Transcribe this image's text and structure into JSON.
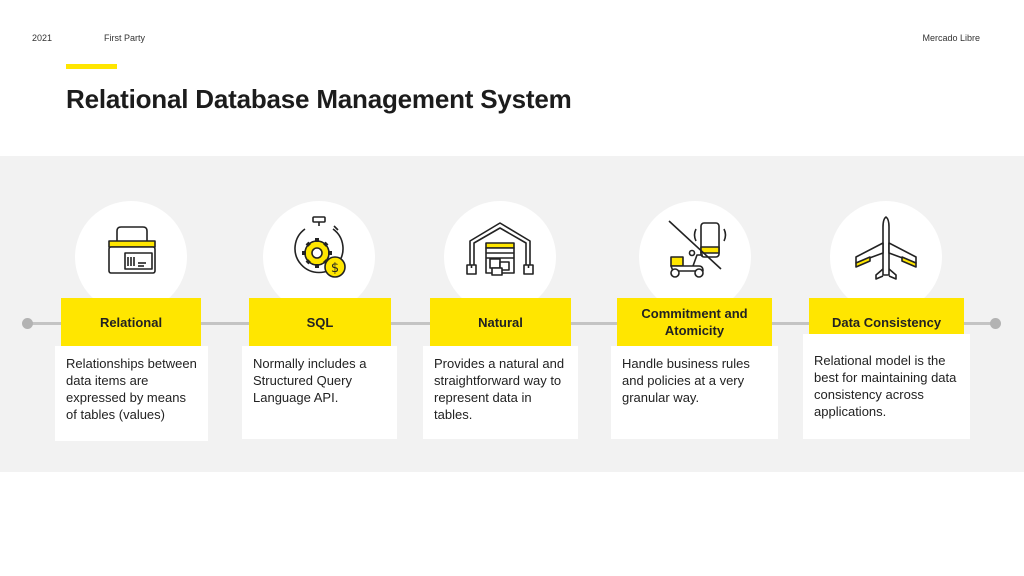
{
  "header": {
    "year": "2021",
    "party": "First Party",
    "brand": "Mercado Libre"
  },
  "title": "Relational Database Management System",
  "colors": {
    "accent": "#ffe600",
    "band": "#f2f2f2",
    "timeline": "#c4c4c4"
  },
  "steps": [
    {
      "label": "Relational",
      "icon": "printer-icon",
      "description": "Relationships between data items are expressed by means of tables (values)"
    },
    {
      "label": "SQL",
      "icon": "gear-timer-dollar-icon",
      "description": "Normally includes a Structured Query Language API."
    },
    {
      "label": "Natural",
      "icon": "warehouse-icon",
      "description": "Provides a natural and straightforward way to represent data in tables."
    },
    {
      "label": "Commitment and Atomicity",
      "icon": "no-scooter-delivery-icon",
      "description": "Handle business rules and policies at a very granular way."
    },
    {
      "label": "Data Consistency",
      "icon": "airplane-icon",
      "description": "Relational model is the best for maintaining data consistency across applications."
    }
  ]
}
